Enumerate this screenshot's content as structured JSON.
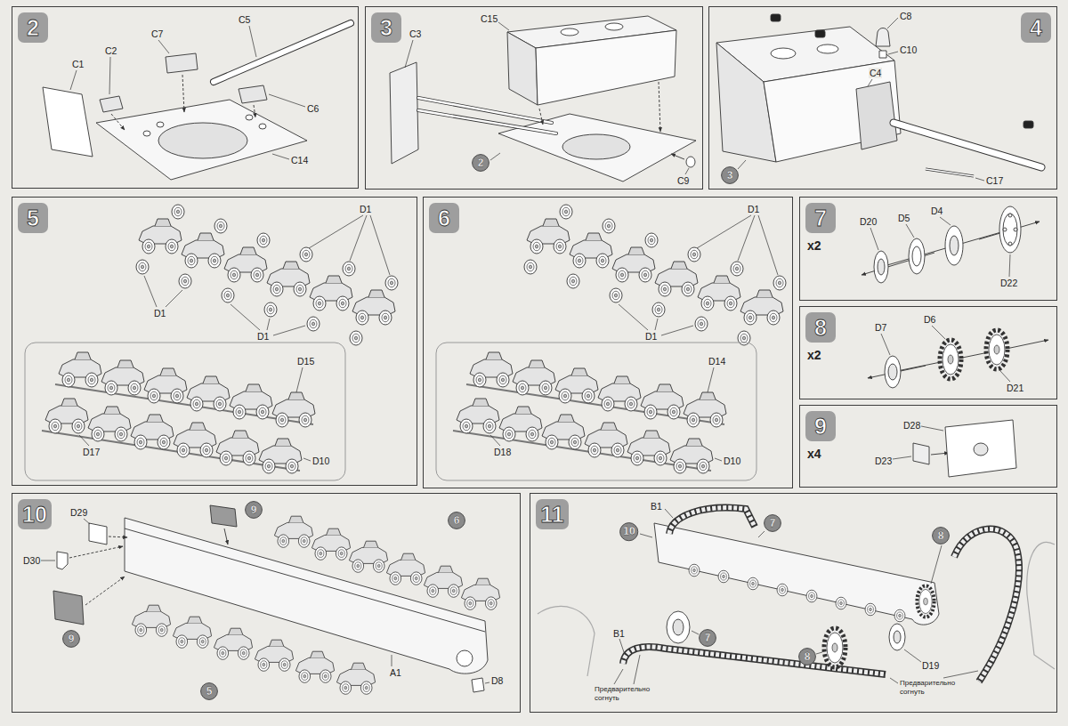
{
  "diagram": {
    "nodes": [
      {
        "text": [
          "2"
        ]
      },
      {
        "text": [
          "3"
        ]
      },
      {
        "text": [
          "2"
        ],
        "in": 1
      },
      {
        "text": [
          "4"
        ]
      },
      {
        "text": [
          "3"
        ],
        "in": 3
      },
      {
        "text": [
          "5"
        ]
      },
      {
        "text": [
          "6"
        ]
      },
      {
        "text": [
          "7",
          "x2"
        ]
      },
      {
        "text": [
          "8",
          "x2"
        ]
      },
      {
        "text": [
          "9",
          "x4"
        ]
      },
      {
        "text": [
          "10"
        ]
      },
      {
        "text": [
          "9"
        ],
        "in": 10
      },
      {
        "text": [
          "6"
        ],
        "in": 10
      },
      {
        "text": [
          "9"
        ],
        "in": 10
      },
      {
        "text": [
          "5"
        ],
        "in": 10
      },
      {
        "text": [
          "11"
        ]
      },
      {
        "text": [
          "10"
        ],
        "in": 15
      },
      {
        "text": [
          "7"
        ],
        "in": 15
      },
      {
        "text": [
          "8"
        ],
        "in": 15
      },
      {
        "text": [
          "7"
        ],
        "in": 15
      },
      {
        "text": [
          "8"
        ],
        "in": 15
      }
    ],
    "labels": [
      "C1",
      "C2",
      "C7",
      "C5",
      "C6",
      "C14",
      "C3",
      "C15",
      "C9",
      "C8",
      "C10",
      "C4",
      "C17",
      "D1",
      "D1",
      "D1",
      "D15",
      "D17",
      "D10",
      "D1",
      "D1",
      "D14",
      "D18",
      "D10",
      "D20",
      "D5",
      "D4",
      "D22",
      "D7",
      "D6",
      "D21",
      "D28",
      "D23",
      "D29",
      "D30",
      "A1",
      "D8",
      "B1",
      "B1",
      "D19",
      "Предварительно согнуть",
      "Предварительно согнуть"
    ]
  }
}
